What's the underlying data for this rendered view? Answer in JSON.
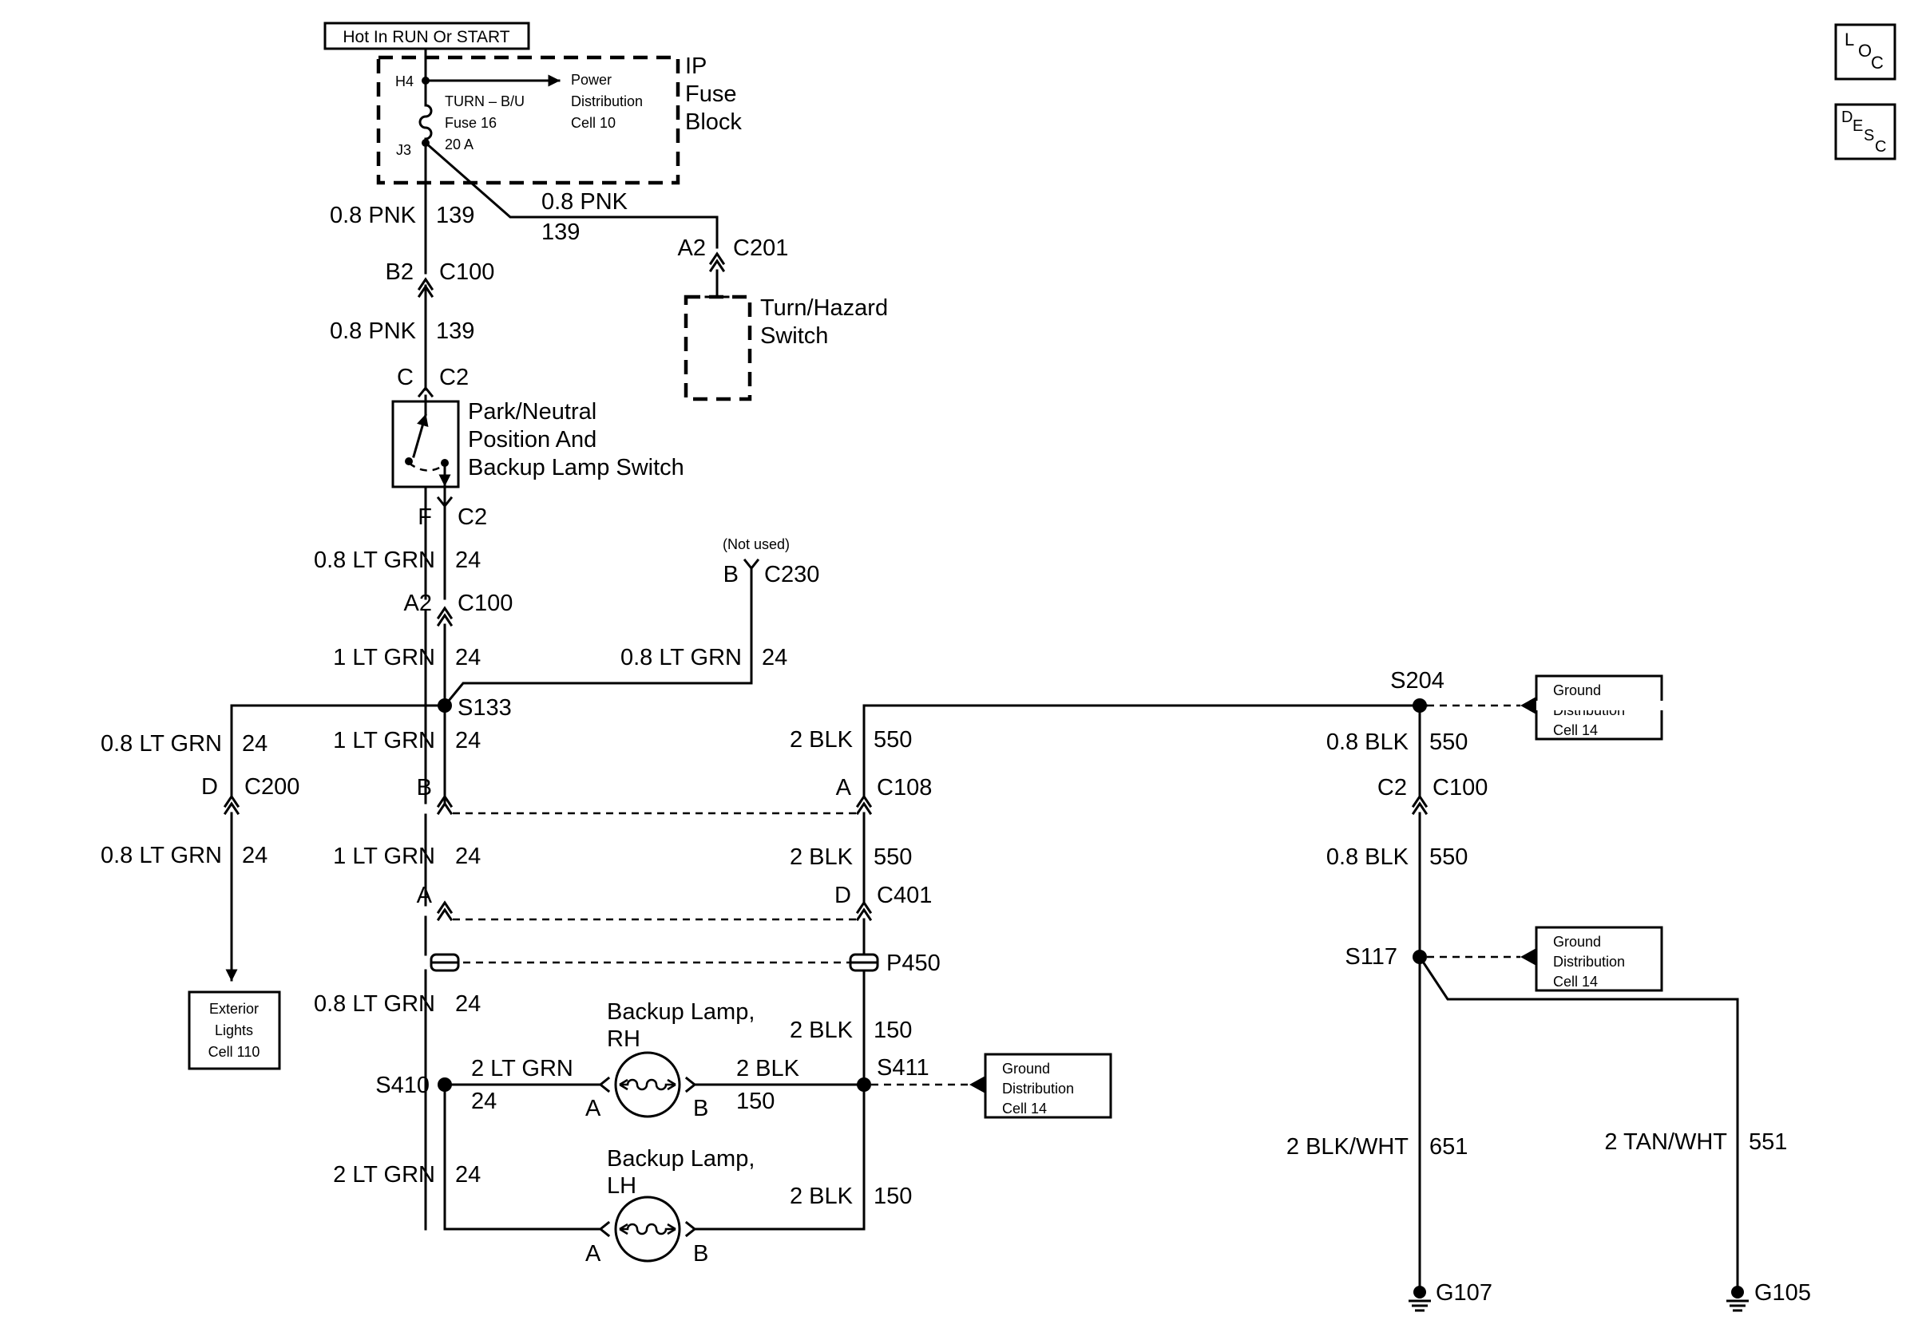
{
  "hot_label": "Hot In RUN Or START",
  "fuse_block": {
    "name": [
      "IP",
      "Fuse",
      "Block"
    ],
    "pin_in": "H4",
    "pin_out": "J3",
    "fuse": [
      "TURN – B/U",
      "Fuse 16",
      "20 A"
    ],
    "power_dist": [
      "Power",
      "Distribution",
      "Cell 10"
    ]
  },
  "wires": {
    "pnk_a": {
      "gauge": "0.8 PNK",
      "circuit": "139"
    },
    "pnk_b": {
      "gauge": "0.8 PNK",
      "circuit": "139"
    },
    "pnk_c": {
      "gauge": "0.8 PNK",
      "circuit": "139"
    },
    "ltgrn_a": {
      "gauge": "0.8 LT GRN",
      "circuit": "24"
    },
    "ltgrn_b": {
      "gauge": "1 LT GRN",
      "circuit": "24"
    },
    "ltgrn_c": {
      "gauge": "0.8 LT GRN",
      "circuit": "24"
    },
    "ltgrn_d": {
      "gauge": "0.8 LT GRN",
      "circuit": "24"
    },
    "ltgrn_e": {
      "gauge": "1 LT GRN",
      "circuit": "24"
    },
    "ltgrn_f": {
      "gauge": "0.8 LT GRN",
      "circuit": "24"
    },
    "ltgrn_g": {
      "gauge": "1 LT GRN",
      "circuit": "24"
    },
    "ltgrn_h": {
      "gauge": "0.8 LT GRN",
      "circuit": "24"
    },
    "ltgrn_rh": {
      "gauge": "2 LT GRN",
      "circuit": "24"
    },
    "ltgrn_lh": {
      "gauge": "2 LT GRN",
      "circuit": "24"
    },
    "blk_a": {
      "gauge": "2 BLK",
      "circuit": "550"
    },
    "blk_b": {
      "gauge": "2 BLK",
      "circuit": "550"
    },
    "blk_c": {
      "gauge": "2 BLK",
      "circuit": "150"
    },
    "blk_rh": {
      "gauge": "2 BLK",
      "circuit": "150"
    },
    "blk_d": {
      "gauge": "2 BLK",
      "circuit": "150"
    },
    "blk_e": {
      "gauge": "0.8 BLK",
      "circuit": "550"
    },
    "blk_f": {
      "gauge": "0.8 BLK",
      "circuit": "550"
    },
    "blkwht": {
      "gauge": "2 BLK/WHT",
      "circuit": "651"
    },
    "tanwht": {
      "gauge": "2 TAN/WHT",
      "circuit": "551"
    }
  },
  "connectors": {
    "c201": {
      "pin": "A2",
      "name": "C201"
    },
    "c100_a": {
      "pin": "B2",
      "name": "C100"
    },
    "c2_a": {
      "pin": "C",
      "name": "C2"
    },
    "c2_b": {
      "pin": "F",
      "name": "C2"
    },
    "c100_b": {
      "pin": "A2",
      "name": "C100"
    },
    "c230": {
      "note": "(Not used)",
      "pin": "B",
      "name": "C230"
    },
    "c200": {
      "pin": "D",
      "name": "C200"
    },
    "c108_l": {
      "pin": "B"
    },
    "c108_r": {
      "pin": "A",
      "name": "C108"
    },
    "c401_l": {
      "pin": "A"
    },
    "c401_r": {
      "pin": "D",
      "name": "C401"
    },
    "p450": {
      "name": "P450"
    },
    "c100_c": {
      "pin": "C2",
      "name": "C100"
    }
  },
  "splices": {
    "s133": "S133",
    "s410": "S410",
    "s411": "S411",
    "s204": "S204",
    "s117": "S117"
  },
  "components": {
    "turn_hazard": [
      "Turn/Hazard",
      "Switch"
    ],
    "pnp_switch": [
      "Park/Neutral",
      "Position And",
      "Backup Lamp Switch"
    ],
    "lamp_rh": {
      "name": [
        "Backup Lamp,",
        "RH"
      ],
      "pin_a": "A",
      "pin_b": "B"
    },
    "lamp_lh": {
      "name": [
        "Backup Lamp,",
        "LH"
      ],
      "pin_a": "A",
      "pin_b": "B"
    },
    "exterior_lights": [
      "Exterior",
      "Lights",
      "Cell 110"
    ],
    "ground_dist_1": [
      "Ground",
      "Distribution",
      "Cell 14"
    ],
    "ground_dist_2": [
      "Ground",
      "Distribution",
      "Cell 14"
    ],
    "ground_dist_3": [
      "Ground",
      "Distribution",
      "Cell 14"
    ]
  },
  "grounds": {
    "g107": "G107",
    "g105": "G105"
  },
  "icons": {
    "loc": {
      "big": "L",
      "mid": "O",
      "small": "C"
    },
    "desc": {
      "big": "D",
      "mid": "E",
      "mid2": "S",
      "small": "C"
    }
  }
}
